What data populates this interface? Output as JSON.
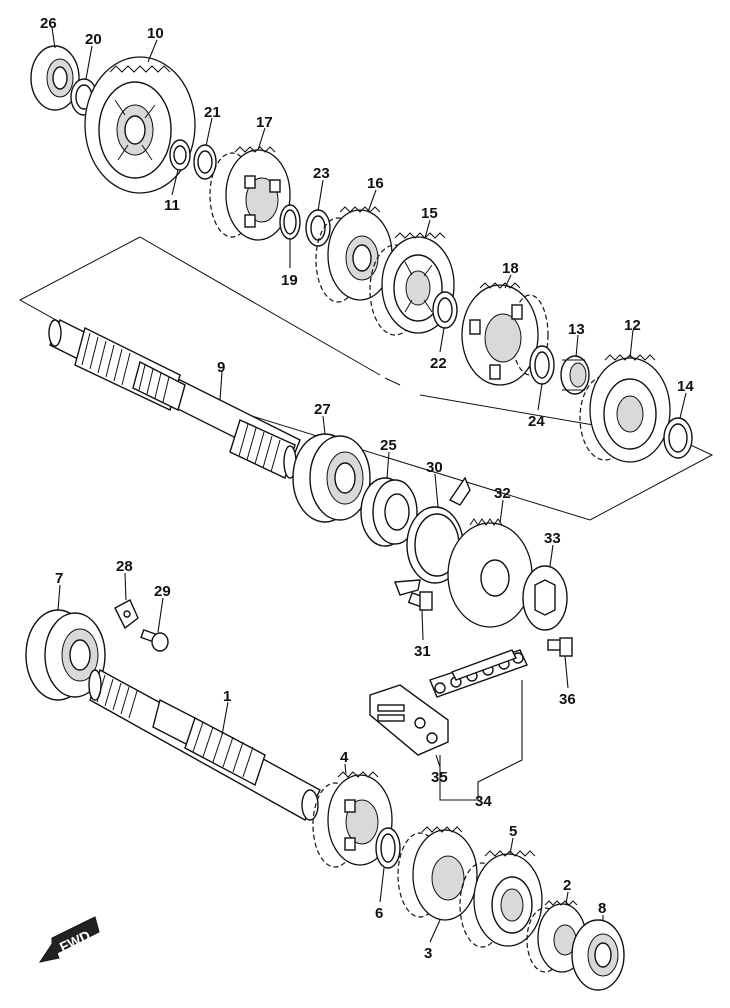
{
  "fwd_label": "FWD",
  "parts": [
    {
      "id": "26",
      "label": "26"
    },
    {
      "id": "20",
      "label": "20"
    },
    {
      "id": "10",
      "label": "10"
    },
    {
      "id": "21",
      "label": "21"
    },
    {
      "id": "17",
      "label": "17"
    },
    {
      "id": "11",
      "label": "11"
    },
    {
      "id": "23",
      "label": "23"
    },
    {
      "id": "16",
      "label": "16"
    },
    {
      "id": "15",
      "label": "15"
    },
    {
      "id": "19",
      "label": "19"
    },
    {
      "id": "18",
      "label": "18"
    },
    {
      "id": "22",
      "label": "22"
    },
    {
      "id": "13",
      "label": "13"
    },
    {
      "id": "12",
      "label": "12"
    },
    {
      "id": "24",
      "label": "24"
    },
    {
      "id": "14",
      "label": "14"
    },
    {
      "id": "9",
      "label": "9"
    },
    {
      "id": "27",
      "label": "27"
    },
    {
      "id": "25",
      "label": "25"
    },
    {
      "id": "30",
      "label": "30"
    },
    {
      "id": "32",
      "label": "32"
    },
    {
      "id": "33",
      "label": "33"
    },
    {
      "id": "7",
      "label": "7"
    },
    {
      "id": "28",
      "label": "28"
    },
    {
      "id": "29",
      "label": "29"
    },
    {
      "id": "31",
      "label": "31"
    },
    {
      "id": "36",
      "label": "36"
    },
    {
      "id": "1",
      "label": "1"
    },
    {
      "id": "35",
      "label": "35"
    },
    {
      "id": "34",
      "label": "34"
    },
    {
      "id": "4",
      "label": "4"
    },
    {
      "id": "5",
      "label": "5"
    },
    {
      "id": "6",
      "label": "6"
    },
    {
      "id": "2",
      "label": "2"
    },
    {
      "id": "8",
      "label": "8"
    },
    {
      "id": "3",
      "label": "3"
    }
  ]
}
